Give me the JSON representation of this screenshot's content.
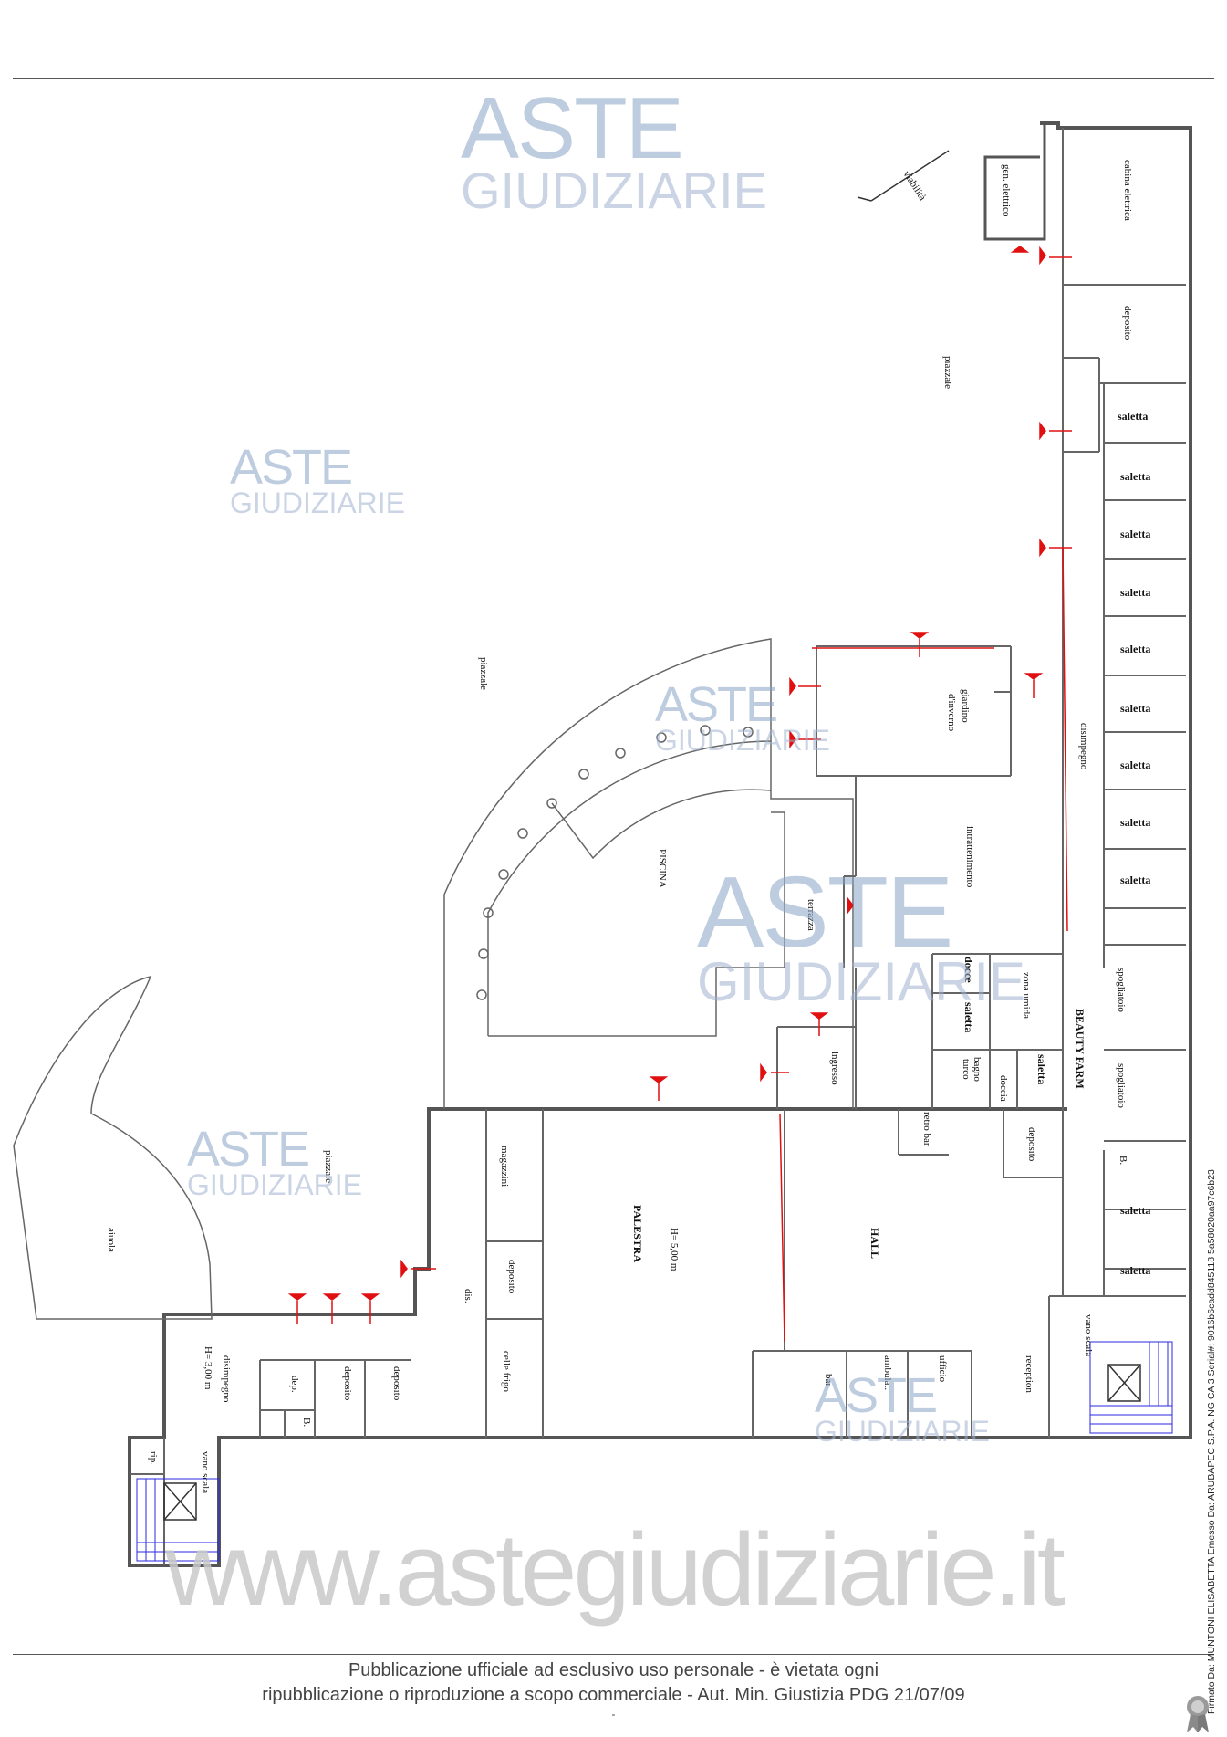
{
  "watermark": {
    "line1": "ASTE",
    "line2": "GIUDIZIARIE"
  },
  "site_watermark": "www.astegiudiziarie.it",
  "footer": {
    "line1": "Pubblicazione ufficiale ad esclusivo uso personale - è vietata ogni",
    "line2": "ripubblicazione o riproduzione a scopo commerciale - Aut. Min. Giustizia PDG 21/07/09",
    "line3": "-"
  },
  "signature_stamp": "Firmato Da: MUNTONI ELISABETTA Emesso Da: ARUBAPEC S.P.A. NG CA 3 Serial#: 9016b6cadd845118 5a58020aa97c6b23",
  "rooms": {
    "viabilita": "viabilità",
    "gen_elettrico": "gen. elettrico",
    "cabina_elettrica": "cabina elettrica",
    "deposito_top": "deposito",
    "piazzale_right": "piazzale",
    "piazzale_left": "piazzale",
    "piazzale_bottom": "piazzale",
    "saletta": "saletta",
    "giardino_1": "giardino",
    "giardino_2": "d'inverno",
    "disimpegno_right": "disimpegno",
    "intrattenimento": "intrattenimento",
    "piscina": "PISCINA",
    "terrazza": "terrazza",
    "docce": "docce",
    "zona_umida": "zona umida",
    "beauty_farm": "BEAUTY FARM",
    "spogliatoio": "spogliatoio",
    "bagno_turco_1": "bagno",
    "bagno_turco_2": "turco",
    "doccia": "doccia",
    "ingresso": "ingresso",
    "retro_bar": "retro bar",
    "deposito": "deposito",
    "b": "B.",
    "aiuola": "aiuola",
    "magazzini": "magazzini",
    "palestra": "PALESTRA",
    "palestra_h": "H= 5,00 m",
    "hall": "HALL",
    "vano_scala": "vano scala",
    "dis": "dis.",
    "celle_frigo": "celle frigo",
    "disimpegno_left": "disimpegno",
    "h_left": "H= 3,00 m",
    "dep": "dep.",
    "rip": "rip.",
    "bar": "bar",
    "ambulat": "ambulat.",
    "ufficio": "ufficio",
    "reception": "reception"
  },
  "colors": {
    "wall": "#555555",
    "door_marker": "#e01010",
    "watermark": "#8aa3c6"
  }
}
